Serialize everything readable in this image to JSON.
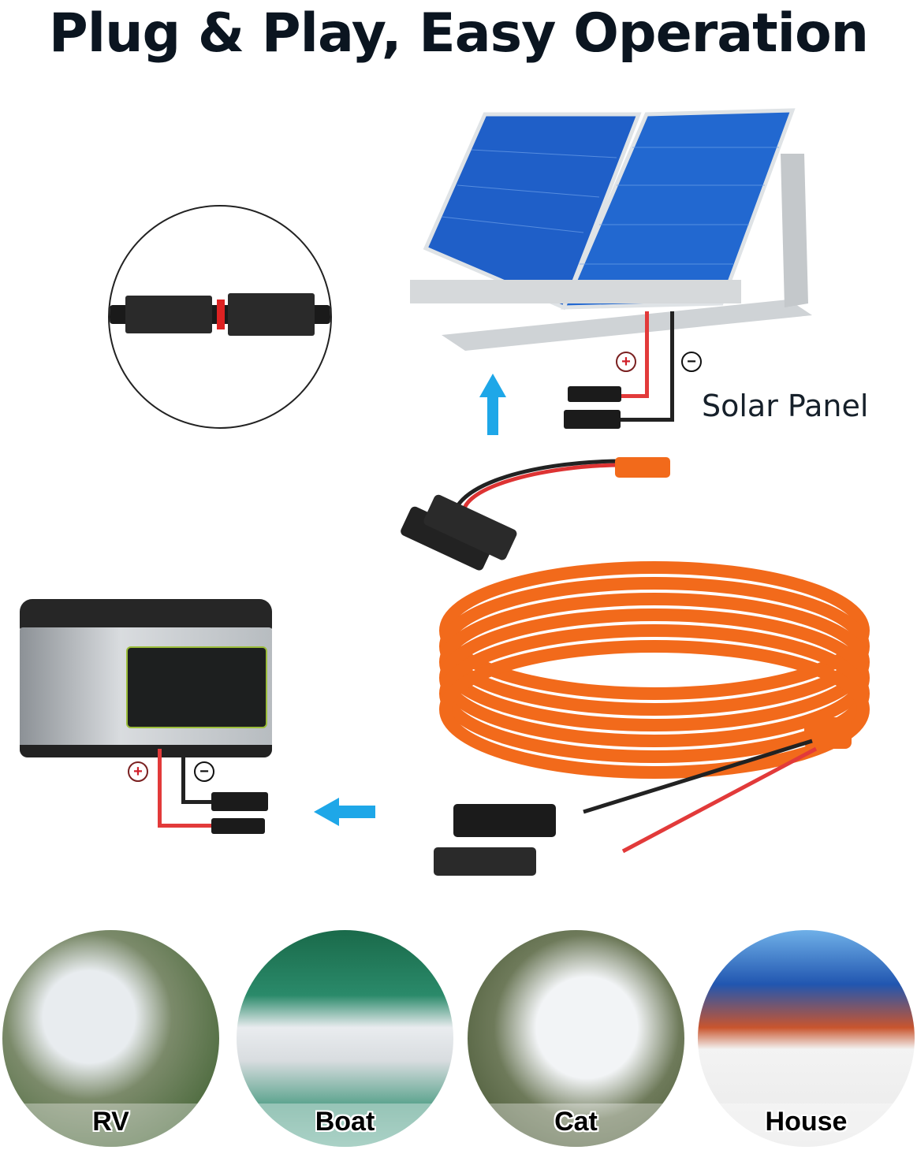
{
  "header": {
    "title": "Plug & Play, Easy Operation"
  },
  "solar_panel": {
    "label": "Solar Panel",
    "positive_symbol": "+",
    "negative_symbol": "−"
  },
  "power_station": {
    "positive_symbol": "+",
    "negative_symbol": "−"
  },
  "arrows": {
    "up": "arrow-up",
    "left": "arrow-left",
    "color": "#1ea7e8"
  },
  "cable": {
    "color": "#f26a1b"
  },
  "applications": [
    {
      "label": "RV"
    },
    {
      "label": "Boat"
    },
    {
      "label": "Cat"
    },
    {
      "label": "House"
    }
  ]
}
